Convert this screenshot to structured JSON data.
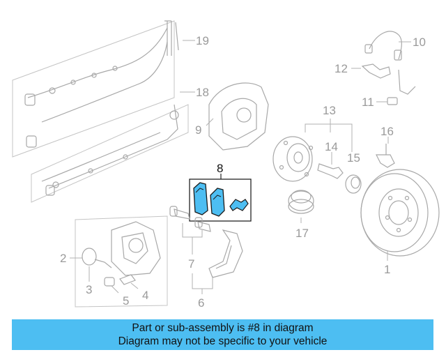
{
  "diagram": {
    "callouts": {
      "c1": "1",
      "c2": "2",
      "c3": "3",
      "c4": "4",
      "c5": "5",
      "c6": "6",
      "c7": "7",
      "c8": "8",
      "c9": "9",
      "c10": "10",
      "c11": "11",
      "c12": "12",
      "c13": "13",
      "c14": "14",
      "c15": "15",
      "c16": "16",
      "c17": "17",
      "c18": "18",
      "c19": "19"
    },
    "highlighted_part": "8",
    "colors": {
      "highlight_fill": "#4dbef2",
      "line_art": "#a8a8a8",
      "banner": "#4dbef2"
    }
  },
  "banner": {
    "line1": "Part or sub-assembly is #8 in diagram",
    "line2": "Diagram may not be specific to your vehicle"
  }
}
